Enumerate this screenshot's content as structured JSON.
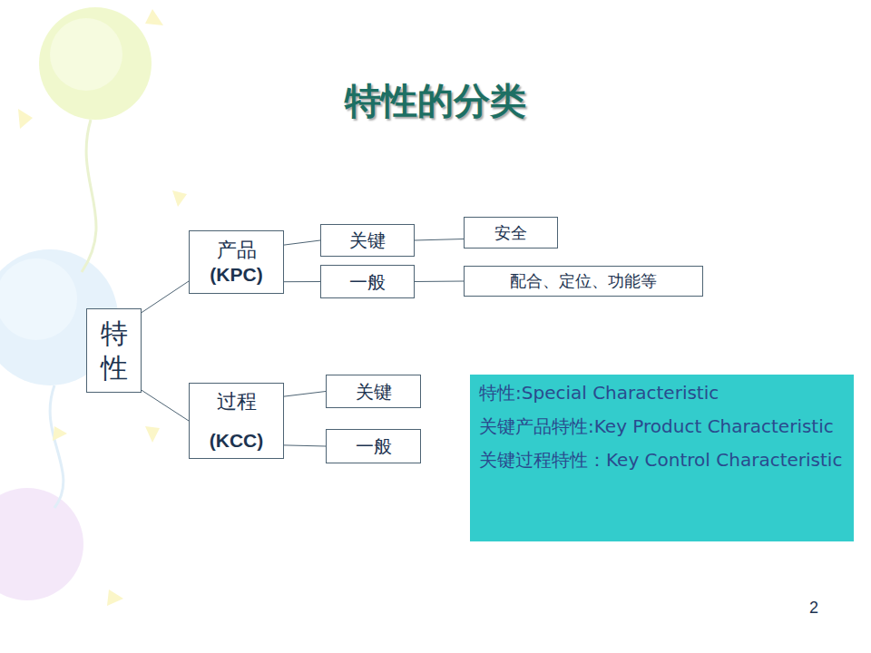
{
  "diagram": {
    "title": "特性的分类",
    "nodes": [
      {
        "text": [
          "特性"
        ]
      },
      {
        "text": [
          "产品",
          "(KPC)"
        ]
      },
      {
        "text": [
          "关键"
        ]
      },
      {
        "text": [
          "一般"
        ]
      },
      {
        "text": [
          "安全"
        ]
      },
      {
        "text": [
          "配合、定位、功能等"
        ]
      },
      {
        "text": [
          "过程",
          "(KCC)"
        ]
      },
      {
        "text": [
          "关键"
        ]
      },
      {
        "text": [
          "一般"
        ]
      },
      {
        "text": [
          "特性:Special Characteristic",
          "关键产品特性:Key Product Characteristic",
          "关键过程特性：Key Control Characteristic"
        ]
      }
    ],
    "edges": [
      {
        "from": 0,
        "to": 1,
        "arrow": "none"
      },
      {
        "from": 0,
        "to": 6,
        "arrow": "none"
      },
      {
        "from": 1,
        "to": 2,
        "arrow": "none"
      },
      {
        "from": 1,
        "to": 3,
        "arrow": "none"
      },
      {
        "from": 2,
        "to": 4,
        "arrow": "none"
      },
      {
        "from": 3,
        "to": 5,
        "arrow": "none"
      },
      {
        "from": 6,
        "to": 7,
        "arrow": "none"
      },
      {
        "from": 6,
        "to": 8,
        "arrow": "none"
      }
    ],
    "labels": [
      "2"
    ]
  }
}
